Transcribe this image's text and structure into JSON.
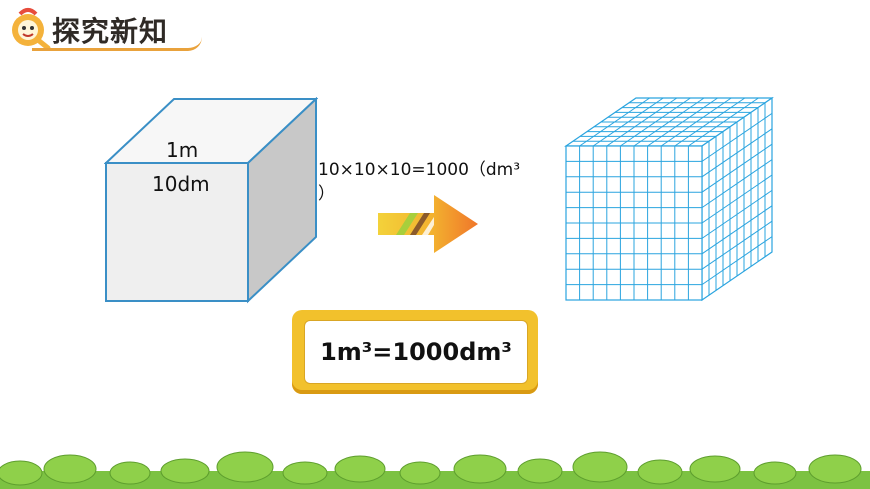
{
  "header": {
    "title": "探究新知"
  },
  "small_cube": {
    "edge_label_top": "1m",
    "edge_label_bottom": "10dm"
  },
  "formula": {
    "line1": "10×10×10=1000（dm³",
    "line2": "）"
  },
  "result": {
    "text": "1m³=1000dm³"
  },
  "colors": {
    "cube_front": "#efefef",
    "cube_top": "#f7f7f7",
    "cube_side": "#c8c8c8",
    "cube_edge": "#3a8fc6",
    "grid_line": "#2aa4df",
    "result_frame": "#f2c12c",
    "header_underline": "#e9a23c",
    "grass": "#7cc242"
  },
  "icons": {
    "logo": "q-mascot-icon",
    "arrow": "right-arrow-icon"
  }
}
